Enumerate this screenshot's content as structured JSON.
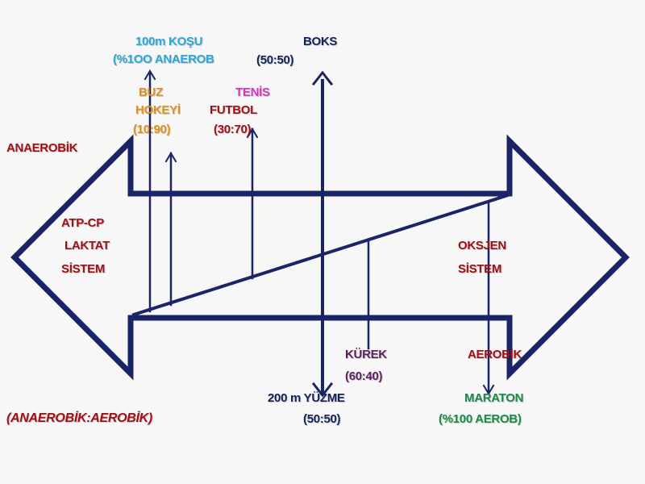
{
  "labels": {
    "kosu_title": "100m KOŞU",
    "kosu_ratio": "(%1OO ANAEROB",
    "boks_title": "BOKS",
    "boks_ratio": "(50:50)",
    "buz_line1": "BUZ",
    "buz_line2": "HOKEYİ",
    "buz_ratio": "(10:90)",
    "tenis": "TENİS",
    "futbol": "FUTBOL",
    "futbol_ratio": "(30:70)",
    "anaerobik": "ANAEROBİK",
    "atp_line1": "ATP-CP",
    "atp_line2": "LAKTAT",
    "atp_line3": "SİSTEM",
    "oksijen_line1": "OKSJEN",
    "oksijen_line2": "SİSTEM",
    "kurek": "KÜREK",
    "kurek_ratio": "(60:40)",
    "aerobik": "AEROBİK",
    "yuzme": "200 m YÜZME",
    "yuzme_ratio": "(50:50)",
    "maraton": "MARATON",
    "maraton_ratio": "(%100 AEROB)",
    "ratio_caption": "(ANAEROBİK:AEROBİK)"
  },
  "colors": {
    "arrow": "#1a2466",
    "dark_text": "#13235a",
    "red_text": "#a10f16",
    "cyan_text": "#2aa7d8",
    "orange_text": "#e2901b",
    "magenta_text": "#d534c2",
    "purple_text": "#5c1f5d",
    "green_text": "#1c8a4a"
  }
}
